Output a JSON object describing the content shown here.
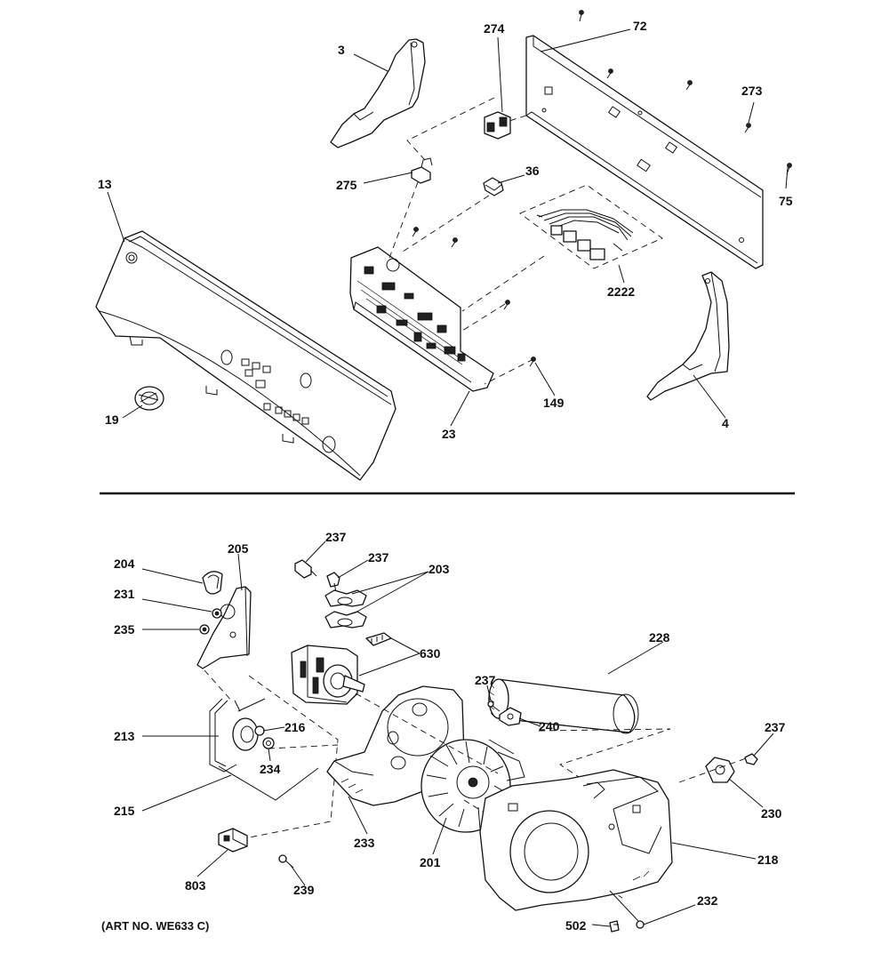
{
  "diagram": {
    "art_number": "(ART NO. WE633 C)",
    "labels": {
      "p3": "3",
      "p274": "274",
      "p72": "72",
      "p273": "273",
      "p75": "75",
      "p275": "275",
      "p36": "36",
      "p13": "13",
      "p2222": "2222",
      "p149": "149",
      "p19": "19",
      "p23": "23",
      "p4": "4",
      "p204": "204",
      "p205": "205",
      "p231": "231",
      "p235": "235",
      "p237a": "237",
      "p237b": "237",
      "p203": "203",
      "p630": "630",
      "p228": "228",
      "p237c": "237",
      "p240": "240",
      "p237d": "237",
      "p213": "213",
      "p216": "216",
      "p234": "234",
      "p215": "215",
      "p230": "230",
      "p233": "233",
      "p201": "201",
      "p218": "218",
      "p803": "803",
      "p239": "239",
      "p232": "232",
      "p502": "502"
    }
  }
}
